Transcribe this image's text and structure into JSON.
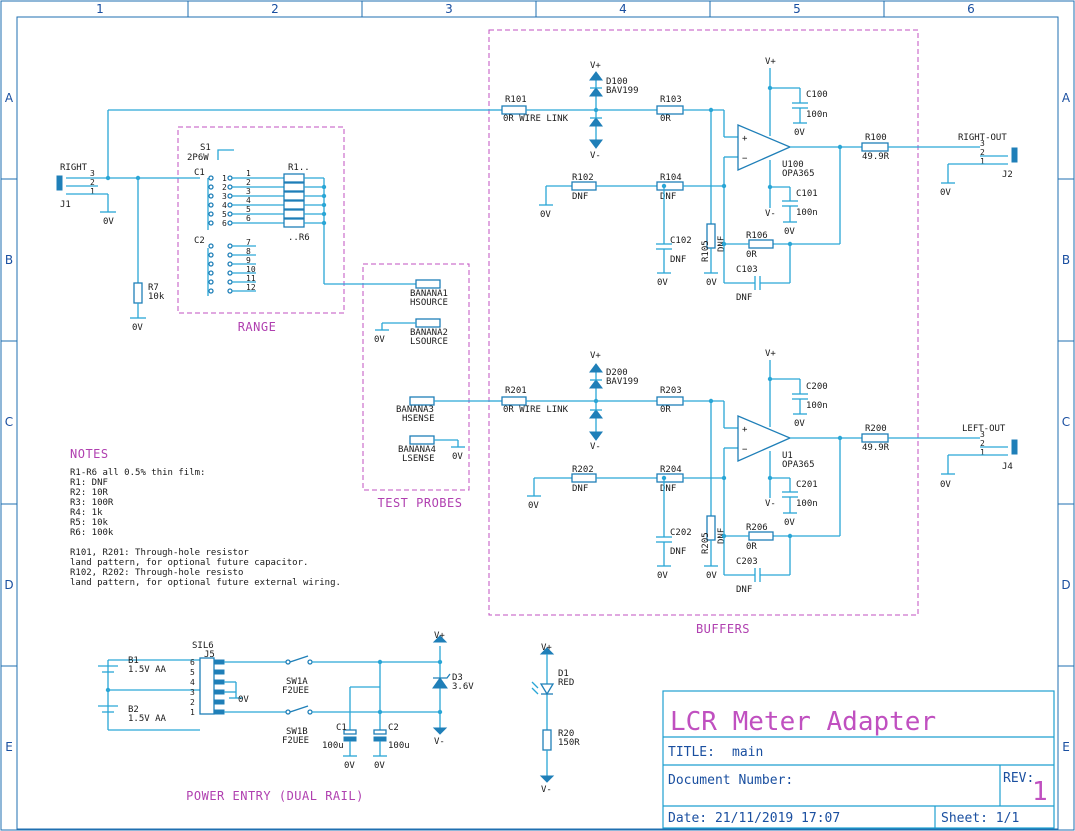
{
  "grid": {
    "cols": [
      "1",
      "2",
      "3",
      "4",
      "5",
      "6"
    ],
    "rows": [
      "A",
      "B",
      "C",
      "D",
      "E"
    ]
  },
  "title_block": {
    "project": "LCR Meter Adapter",
    "title_label": "TITLE:",
    "title_value": "main",
    "doc_number_label": "Document Number:",
    "rev_label": "REV:",
    "rev_value": "1",
    "date": "Date: 21/11/2019 17:07",
    "sheet": "Sheet: 1/1"
  },
  "sections": {
    "range": "RANGE",
    "test_probes": "TEST PROBES",
    "buffers": "BUFFERS",
    "power": "POWER ENTRY (DUAL RAIL)"
  },
  "notes": {
    "heading": "NOTES",
    "lines": [
      "R1-R6 all 0.5% thin film:",
      "R1: DNF",
      "R2: 10R",
      "R3: 100R",
      "R4: 1k",
      "R5: 10k",
      "R6: 100k",
      "",
      "R101, R201: Through-hole resistor",
      "land pattern, for optional future capacitor.",
      "R102, R202: Through-hole resisto",
      "land pattern, for optional future external wiring."
    ]
  },
  "labels": {
    "j1_name": "RIGHT",
    "j1": "J1",
    "j2_name": "RIGHT-OUT",
    "j2": "J2",
    "j4_name": "LEFT-OUT",
    "j4": "J4",
    "zero_v": "0V",
    "vplus": "V+",
    "vminus": "V-",
    "r7": "R7",
    "r7v": "10k",
    "s1": "S1",
    "s1v": "2P6W",
    "c1": "C1",
    "c2": "C2",
    "r1": "R1..",
    "r6": "..R6",
    "ban1": "BANANA1",
    "ban1v": "HSOURCE",
    "ban2": "BANANA2",
    "ban2v": "LSOURCE",
    "ban3": "BANANA3",
    "ban3v": "HSENSE",
    "ban4": "BANANA4",
    "ban4v": "LSENSE",
    "r101": "R101",
    "r101v": "0R WIRE LINK",
    "r201": "R201",
    "r201v": "0R WIRE LINK",
    "d100": "D100",
    "d100v": "BAV199",
    "d200": "D200",
    "d200v": "BAV199",
    "r103": "R103",
    "r103v": "0R",
    "r203": "R203",
    "r203v": "0R",
    "r102": "R102",
    "r102v": "DNF",
    "r104": "R104",
    "r104v": "DNF",
    "r202": "R202",
    "r202v": "DNF",
    "r204": "R204",
    "r204v": "DNF",
    "c100": "C100",
    "c100v": "100n",
    "c101": "C101",
    "c101v": "100n",
    "c200": "C200",
    "c200v": "100n",
    "c201": "C201",
    "c201v": "100n",
    "u100": "U100",
    "u100v": "OPA365",
    "u1": "U1",
    "u1v": "OPA365",
    "r100": "R100",
    "r100v": "49.9R",
    "r200": "R200",
    "r200v": "49.9R",
    "c102": "C102",
    "c102v": "DNF",
    "c202": "C202",
    "c202v": "DNF",
    "r105": "R105",
    "r105v": "DNF",
    "r205": "R205",
    "r205v": "DNF",
    "r106": "R106",
    "r106v": "0R",
    "r206": "R206",
    "r206v": "0R",
    "c103": "C103",
    "c103v": "DNF",
    "c203": "C203",
    "c203v": "DNF",
    "b1": "B1",
    "b1v": "1.5V AA",
    "b2": "B2",
    "b2v": "1.5V AA",
    "sil6": "SIL6",
    "j5": "J5",
    "sw1a": "SW1A",
    "sw1av": "F2UEE",
    "sw1b": "SW1B",
    "sw1bv": "F2UEE",
    "cap1": "C1",
    "cap1v": "100u",
    "cap2": "C2",
    "cap2v": "100u",
    "d3": "D3",
    "d3v": "3.6V",
    "d1": "D1",
    "d1v": "RED",
    "r20": "R20",
    "r20v": "150R"
  }
}
